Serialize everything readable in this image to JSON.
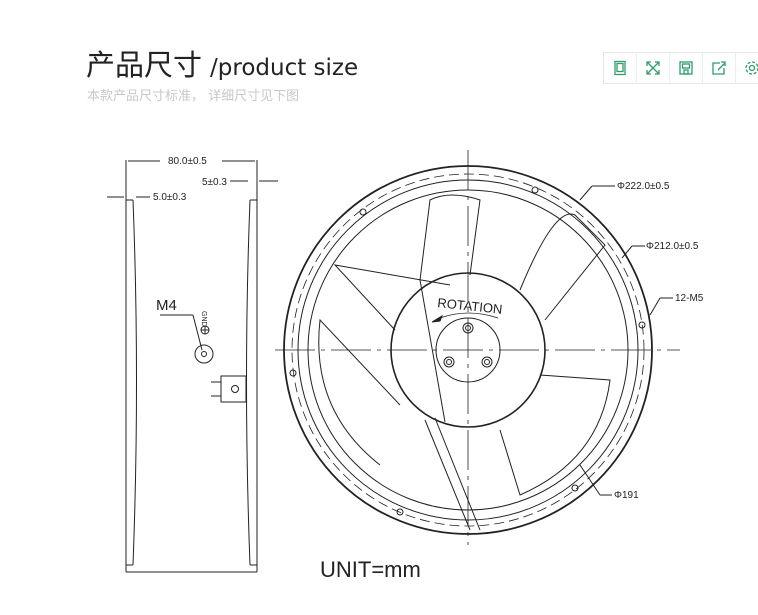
{
  "header": {
    "title_cn": "产品尺寸",
    "title_en": "/product size",
    "subtitle": "本款产品尺寸标准，  详细尺寸见下图"
  },
  "toolbar": {
    "accent": "#2e9e6b",
    "icons": [
      "tablet-icon",
      "fullscreen-icon",
      "save-icon",
      "share-icon",
      "settings-icon"
    ]
  },
  "drawing": {
    "dim_width": "80.0±0.5",
    "dim_flange": "5±0.3",
    "dim_side": "5.0±0.3",
    "label_m4": "M4",
    "label_gnd": "GND",
    "dim_outer": "Φ222.0±0.5",
    "dim_hole_circle": "Φ212.0±0.5",
    "dim_holes": "12-M5",
    "dim_inner": "Φ191",
    "rotation": "ROTATION",
    "unit": "UNIT=mm"
  }
}
